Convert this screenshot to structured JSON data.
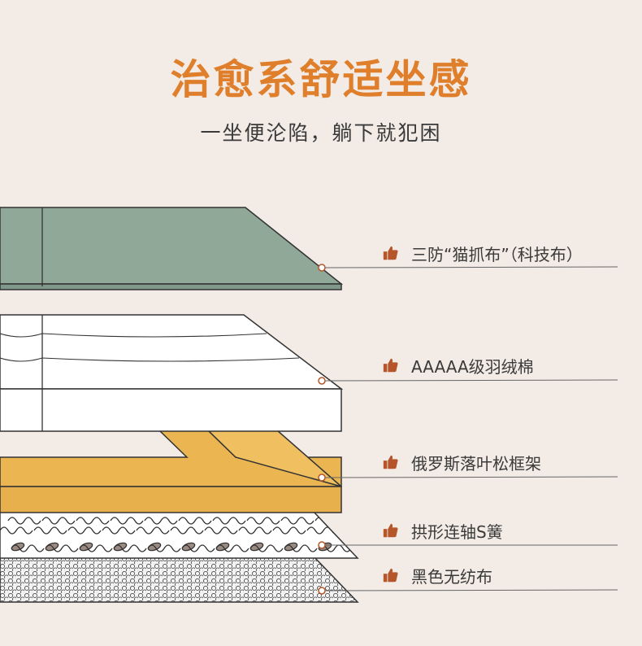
{
  "header": {
    "title": "治愈系舒适坐感",
    "subtitle": "一坐便沦陷，躺下就犯困"
  },
  "colors": {
    "accent": "#e07f2b",
    "background": "#f2ebe6",
    "fabric_green": "#8fa898",
    "frame_wood": "#ebb652",
    "thumb_icon": "#b5552a"
  },
  "layers": [
    {
      "label": "三防“猫抓布”（科技布）",
      "icon": "thumbs-up-icon"
    },
    {
      "label": "AAAAA级羽绒棉",
      "icon": "thumbs-up-icon"
    },
    {
      "label": "俄罗斯落叶松框架",
      "icon": "thumbs-up-icon"
    },
    {
      "label": "拱形连轴S簧",
      "icon": "thumbs-up-icon"
    },
    {
      "label": "黑色无纺布",
      "icon": "thumbs-up-icon"
    }
  ]
}
